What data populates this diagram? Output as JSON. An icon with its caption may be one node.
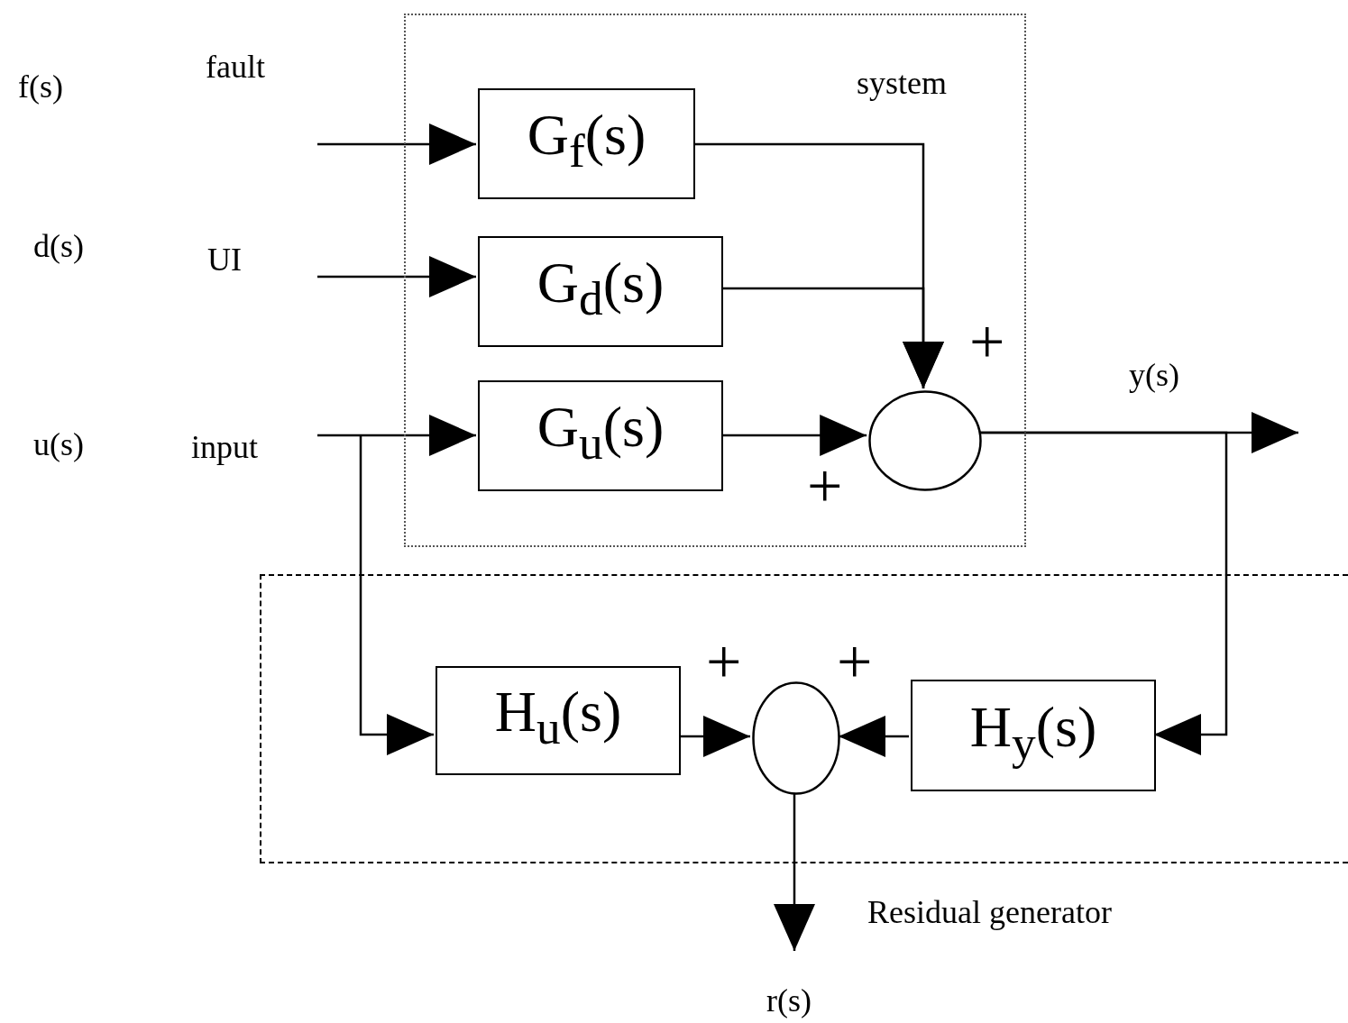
{
  "diagram": {
    "nodes": [
      {
        "text": [
          "system"
        ]
      },
      {
        "text": [
          "G$_{f}$(s)"
        ],
        "in": 0
      },
      {
        "text": [
          "G$_{d}$(s)"
        ],
        "in": 0
      },
      {
        "text": [
          "G$_{u}$(s)"
        ],
        "in": 0
      },
      {
        "text": [],
        "shape": "circle",
        "in": 0
      },
      {
        "text": [
          "Residual generator"
        ]
      },
      {
        "text": [
          "H$_{u}$(s)"
        ],
        "in": 5
      },
      {
        "text": [],
        "shape": "circle",
        "in": 5
      },
      {
        "text": [
          "H$_{y}$(s)"
        ],
        "in": 5
      }
    ],
    "edges": [
      {
        "from": null,
        "to": 1,
        "arrow": "to"
      },
      {
        "from": null,
        "to": 2,
        "arrow": "to"
      },
      {
        "from": null,
        "to": 3,
        "arrow": "to"
      },
      {
        "from": 1,
        "to": 4,
        "arrow": "to"
      },
      {
        "from": 2,
        "to": 4,
        "arrow": "to"
      },
      {
        "from": 3,
        "to": 4,
        "arrow": "to"
      },
      {
        "from": 4,
        "to": null,
        "arrow": "to"
      },
      {
        "from": 4,
        "to": 8,
        "arrow": "to"
      },
      {
        "from": null,
        "to": 6,
        "arrow": "to"
      },
      {
        "from": 6,
        "to": 7,
        "arrow": "to"
      },
      {
        "from": 8,
        "to": 7,
        "arrow": "to"
      },
      {
        "from": 7,
        "to": null,
        "arrow": "to"
      }
    ],
    "labels": [
      "fault",
      "f(s)",
      "d(s)",
      "UI",
      "+",
      "y(s)",
      "u(s)",
      "input",
      "+",
      "+",
      "+",
      "r(s)"
    ]
  }
}
